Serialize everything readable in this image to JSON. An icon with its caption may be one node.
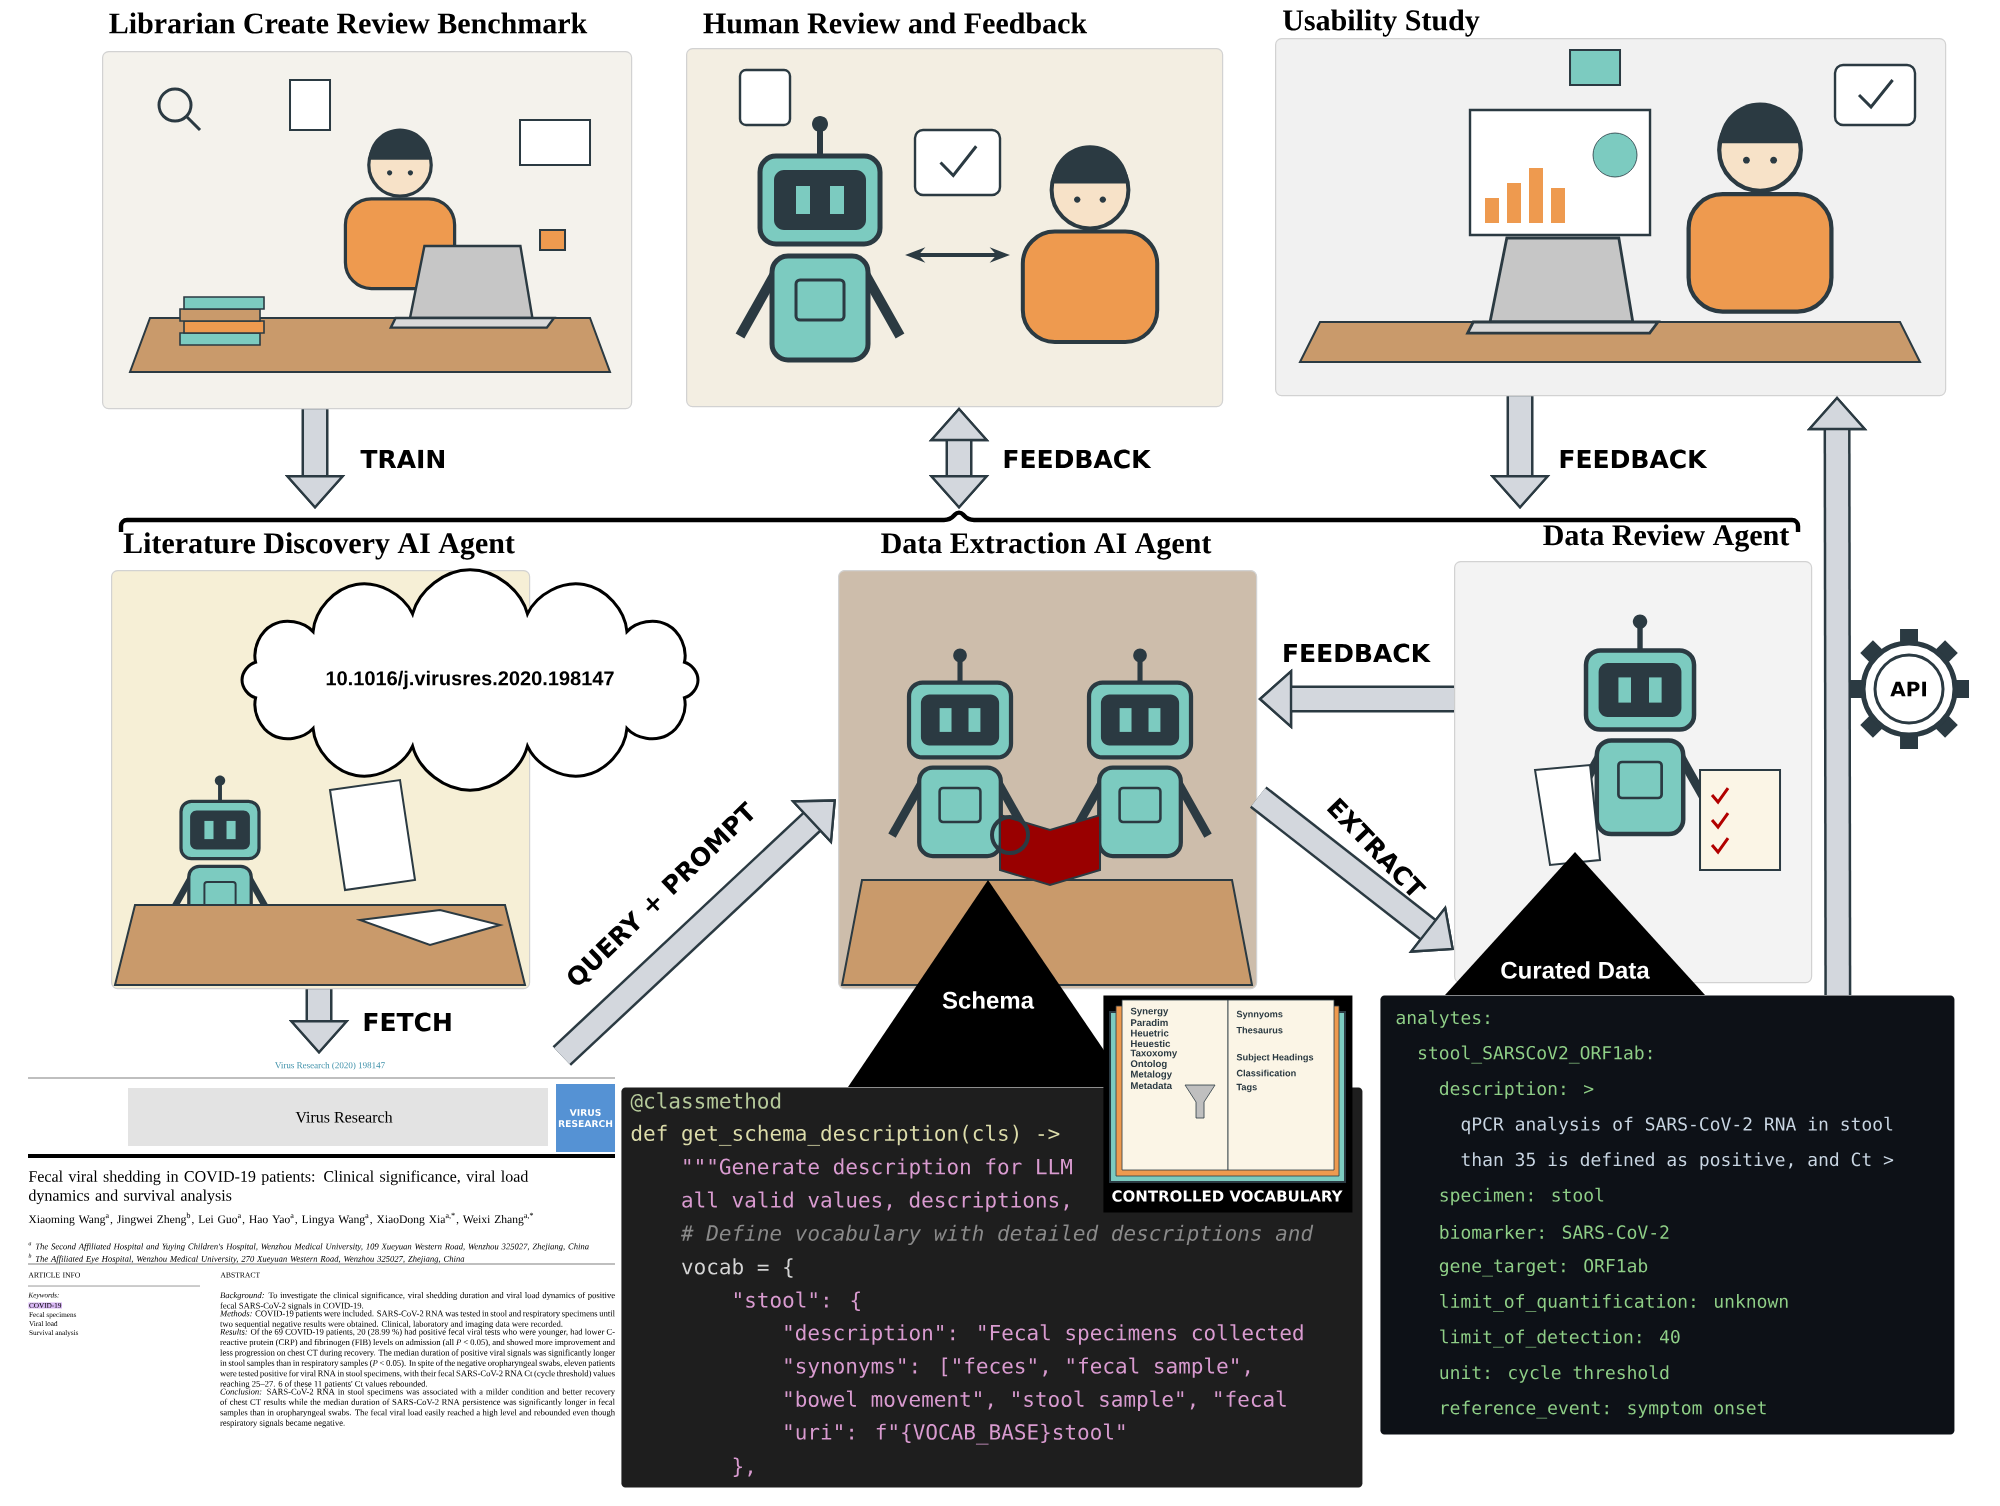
{
  "diagram": {
    "nodes": [
      {
        "text": [
          "Librarian Create Review Benchmark"
        ]
      },
      {
        "text": [
          "Human Review and Feedback"
        ]
      },
      {
        "text": [
          "Usability Study"
        ]
      },
      {
        "text": [
          "Literature Discovery AI Agent"
        ]
      },
      {
        "text": [
          "Data Extraction AI Agent"
        ]
      },
      {
        "text": [
          "Data Review Agent"
        ]
      },
      {
        "text": [
          "10.1016/j.virusres.2020.198147"
        ]
      },
      {
        "text": [
          "Virus Research (2020) 198147",
          "Virus Research",
          "VIRUS RESEARCH",
          "Fecal viral shedding in COVID-19 patients: Clinical significance, viral load dynamics and survival analysis",
          "Xiaoming Wang$^{a}$, Jingwei Zheng$^{b}$, Lei Guo$^{a}$, Hao Yao$^{a}$, Lingya Wang$^{a}$, XiaoDong Xia$^{a,*}$, Weixi Zhang$^{a,*}$",
          "$^{a}$ The Second Affiliated Hospital and Yuying Children's Hospital, Wenzhou Medical University, 109 Xueyuan Western Road, Wenzhou 325027, Zhejiang, China",
          "$^{b}$ The Affiliated Eye Hospital, Wenzhou Medical University, 270 Xueyuan Western Road, Wenzhou 325027, Zhejiang, China",
          "ARTICLE INFO",
          "ABSTRACT",
          "Keywords:",
          "COVID-19",
          "Fecal specimens",
          "Viral load",
          "Survival analysis",
          "*Background:* To investigate the clinical significance, viral shedding duration and viral load dynamics of positive fecal SARS-CoV-2 signals in COVID-19.",
          "*Methods:* COVID-19 patients were included. SARS-CoV-2 RNA was tested in stool and respiratory specimens until two sequential negative results were obtained. Clinical, laboratory and imaging data were recorded.",
          "*Results:* Of the 69 COVID-19 patients, 20 (28.99 %) had positive fecal viral tests who were younger, had lower C-reactive protein (CRP) and fibrinogen (FIB) levels on admission (all *P* < 0.05), and showed more improvement and less progression on chest CT during recovery. The median duration of positive viral signals was significantly longer in stool samples than in respiratory samples (*P* < 0.05). In spite of the negative oropharyngeal swabs, eleven patients were tested positive for viral RNA in stool specimens, with their fecal SARS-CoV-2 RNA Ct (cycle threshold) values reaching 25–27. 6 of these 11 patients' Ct values rebounded.",
          "*Conclusion:* SARS-CoV-2 RNA in stool specimens was associated with a milder condition and better recovery of chest CT results while the median duration of SARS-CoV-2 RNA persistence was significantly longer in fecal samples than in oropharyngeal swabs. The fecal viral load easily reached a high level and rebounded even though respiratory signals became negative."
        ]
      },
      {
        "text": [
          "Schema"
        ]
      },
      {
        "text": [
          "@classmethod",
          "def get_schema_description(cls) ->",
          "\"\"\"Generate description for LLM",
          "all valid values, descriptions,",
          "# Define vocabulary with detailed descriptions and",
          "vocab = {",
          "\"stool\": {",
          "\"description\": \"Fecal specimens collected",
          "\"synonyms\": [\"feces\", \"fecal sample\",",
          "\"bowel movement\", \"stool sample\", \"fecal",
          "\"uri\": f\"{VOCAB_BASE}stool\"",
          "},"
        ]
      },
      {
        "text": [
          "Synergy",
          "Paradim",
          "Heuetric",
          "Heuestic",
          "Taxoxomy",
          "Ontolog",
          "Metalogy",
          "Metadata",
          "Synnyoms",
          "Thesaurus",
          "Subject Headings",
          "Classification",
          "Tags",
          "CONTROLLED VOCABULARY"
        ]
      },
      {
        "text": [
          "Curated Data"
        ]
      },
      {
        "text": [],
        "shape": "bar"
      },
      {
        "text": [
          "analytes:",
          "stool_SARSCoV2_ORF1ab:",
          "description: >",
          "qPCR analysis of SARS-CoV-2 RNA in stool",
          "than 35 is defined as positive, and Ct >",
          "specimen: stool",
          "biomarker: SARS-CoV-2",
          "gene_target: ORF1ab",
          "limit_of_quantification: unknown",
          "limit_of_detection: 40",
          "unit: cycle threshold",
          "reference_event: symptom onset"
        ]
      }
    ],
    "edges": [
      {
        "from": 0,
        "to": 12,
        "arrow": "to",
        "label": "TRAIN"
      },
      {
        "from": 1,
        "to": 12,
        "arrow": "both",
        "label": "FEEDBACK"
      },
      {
        "from": 2,
        "to": 12,
        "arrow": "to",
        "label": "FEEDBACK"
      },
      {
        "from": 3,
        "to": 7,
        "arrow": "to",
        "label": "FETCH"
      },
      {
        "from": 7,
        "to": 4,
        "arrow": "to",
        "label": "QUERY + PROMPT"
      },
      {
        "from": 5,
        "to": 4,
        "arrow": "to",
        "label": "FEEDBACK"
      },
      {
        "from": 4,
        "to": 5,
        "arrow": "to",
        "label": "EXTRACT"
      },
      {
        "from": 13,
        "to": 2,
        "arrow": "to",
        "label": "API"
      }
    ]
  }
}
